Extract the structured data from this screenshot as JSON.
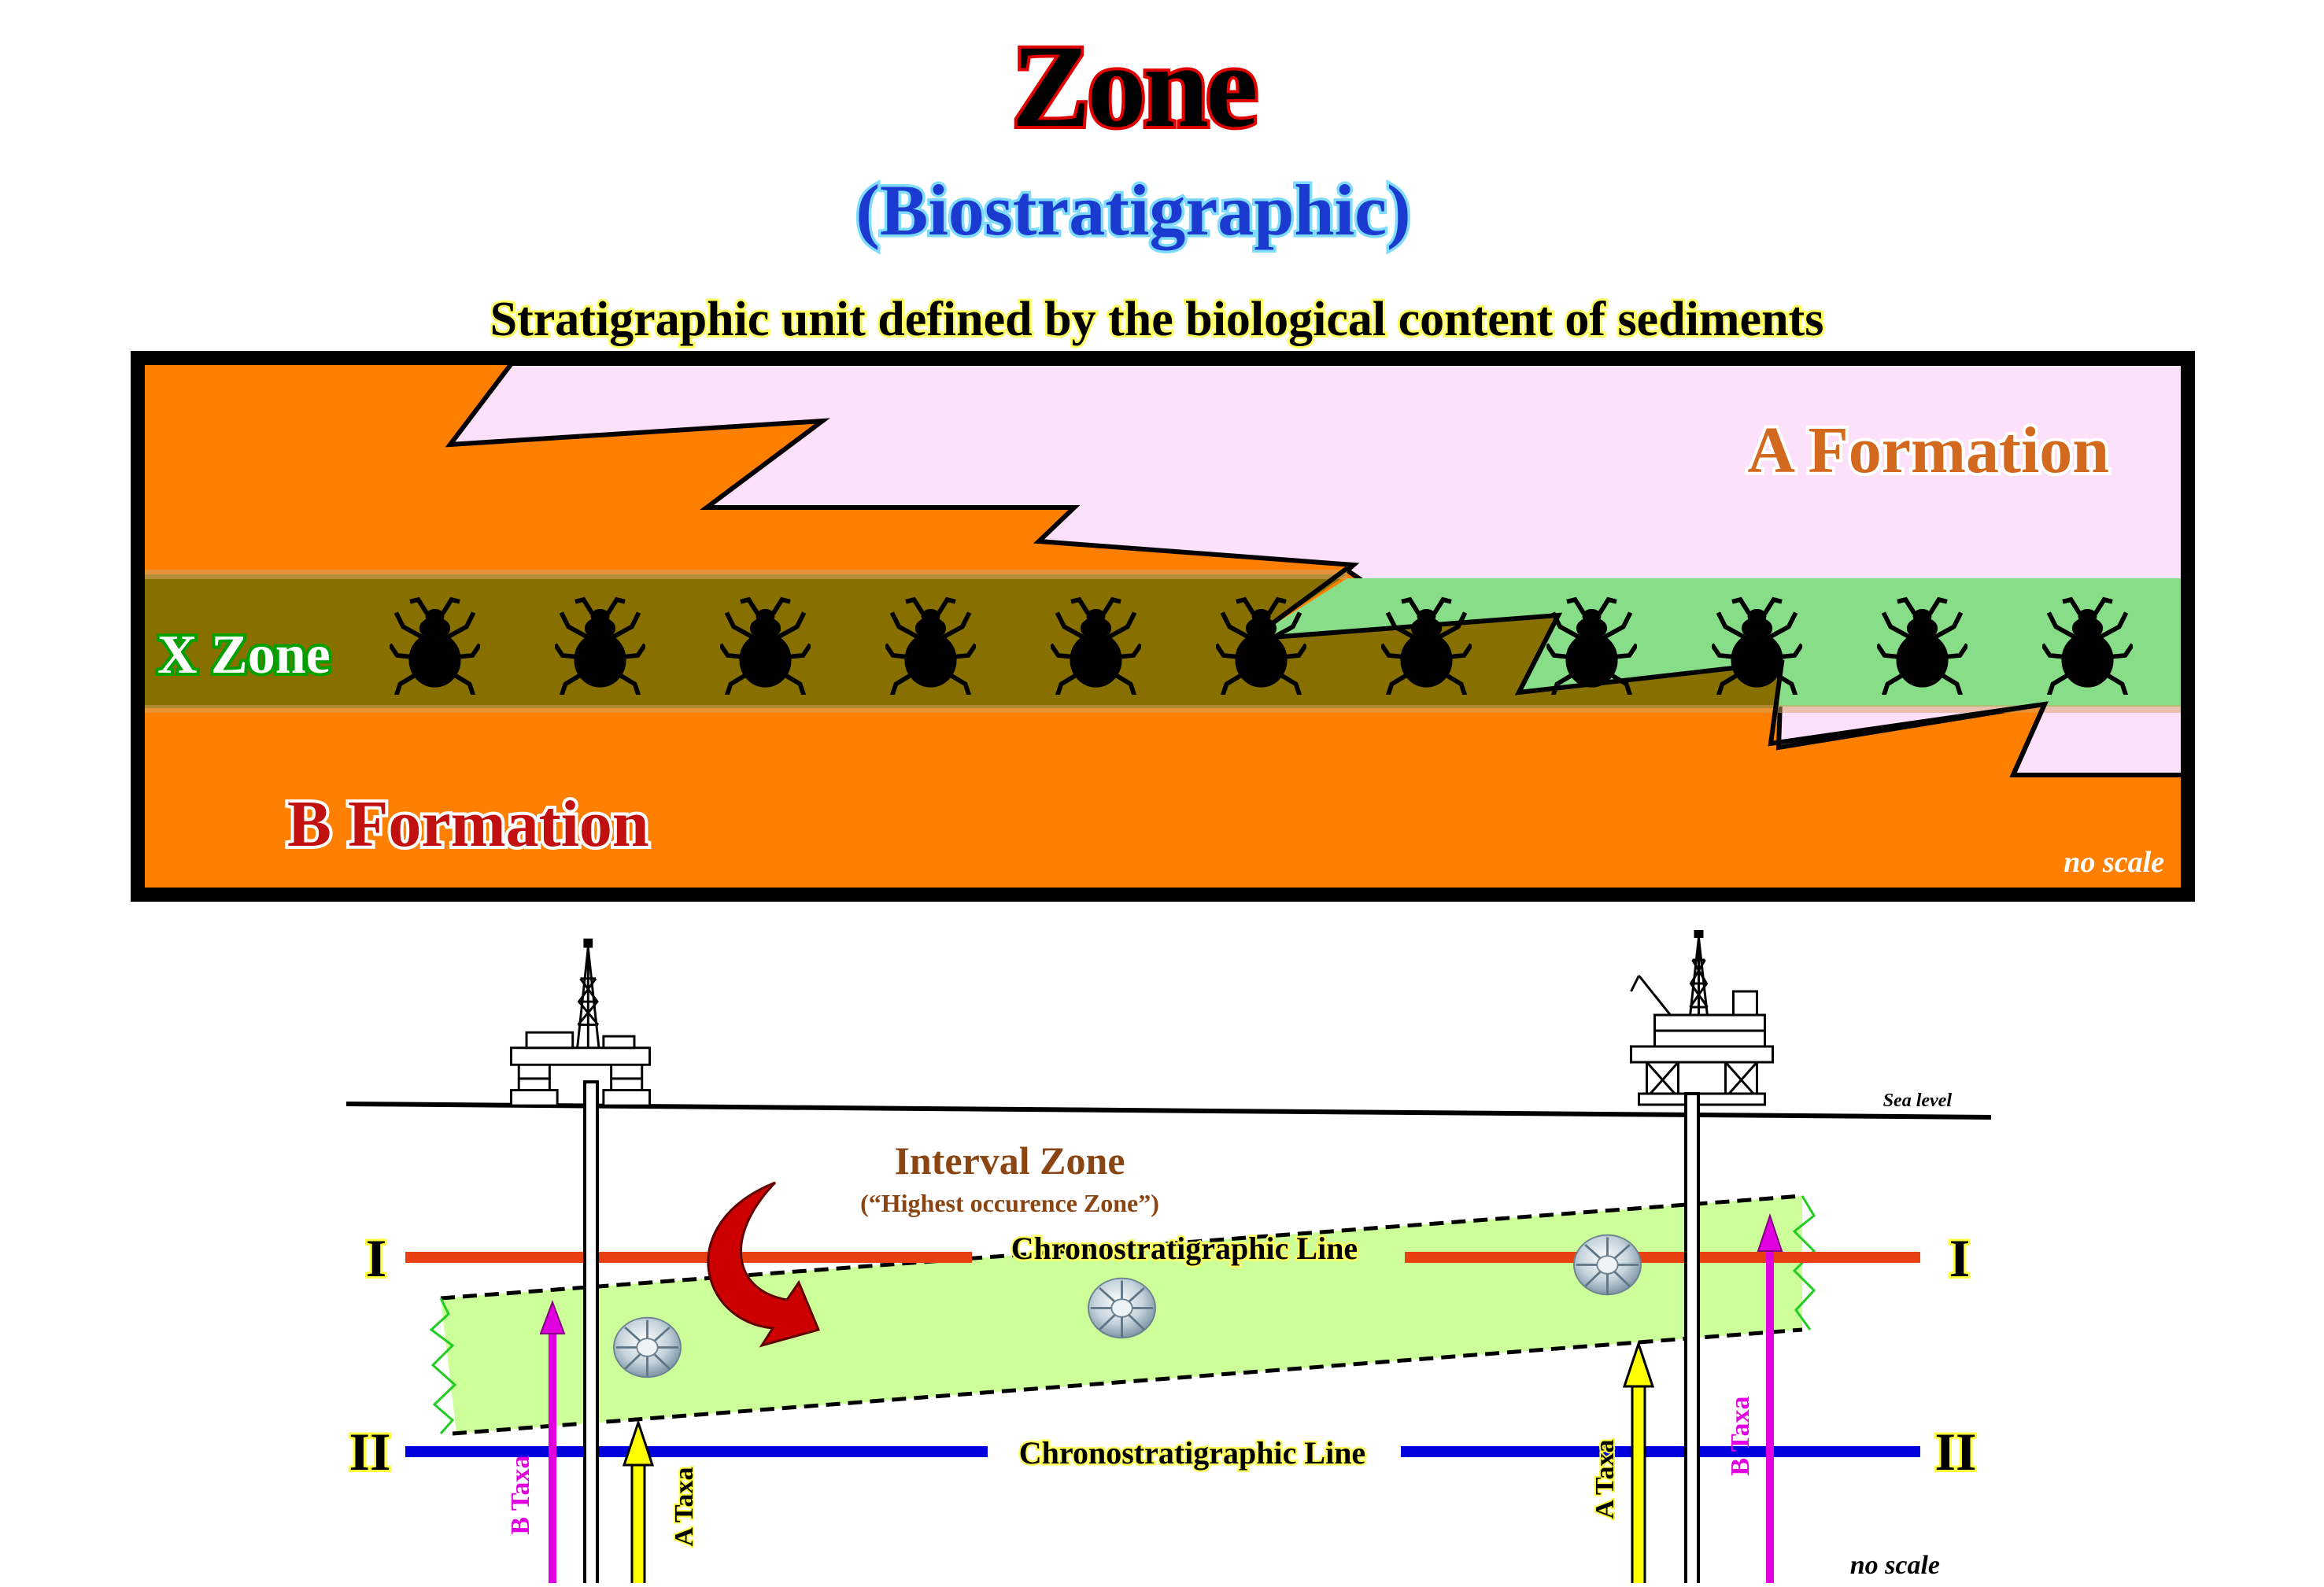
{
  "header": {
    "title": "Zone",
    "subtitle": "(Biostratigraphic)",
    "description": "Stratigraphic unit defined by the biological content of sediments"
  },
  "upper_section": {
    "formation_a_label": "A Formation",
    "formation_b_label": "B Formation",
    "zone_label": "X Zone",
    "scale_note": "no scale",
    "fossil_icon": "beetle-icon",
    "fossil_count": 11,
    "colors": {
      "formation_a": "#FDE0FA",
      "formation_b": "#FF8000",
      "zone_in_b": "#877000",
      "zone_in_a": "#88DD88",
      "frame": "#000000"
    }
  },
  "lower_section": {
    "sea_level_label": "Sea level",
    "interval_zone_title": "Interval Zone",
    "interval_zone_subtitle": "(“Highest occurence Zone”)",
    "chrono_line_upper_label": "Chronostratigraphic Line",
    "chrono_line_lower_label": "Chronostratigraphic Line",
    "marker_upper": "I",
    "marker_lower": "II",
    "taxa_a_label": "A Taxa",
    "taxa_b_label": "B Taxa",
    "scale_note": "no scale",
    "platform_icon": "oil-platform-icon",
    "fossil_icon": "ammonite-fossil-icon",
    "colors": {
      "zone_fill": "#CCFF99",
      "line_upper": "#E84010",
      "line_lower": "#0000DD",
      "taxa_a_arrow": "#FFFF00",
      "taxa_b_arrow": "#E000E0",
      "interval_zone_text": "#8B4513",
      "curved_arrow": "#CC0000"
    }
  }
}
